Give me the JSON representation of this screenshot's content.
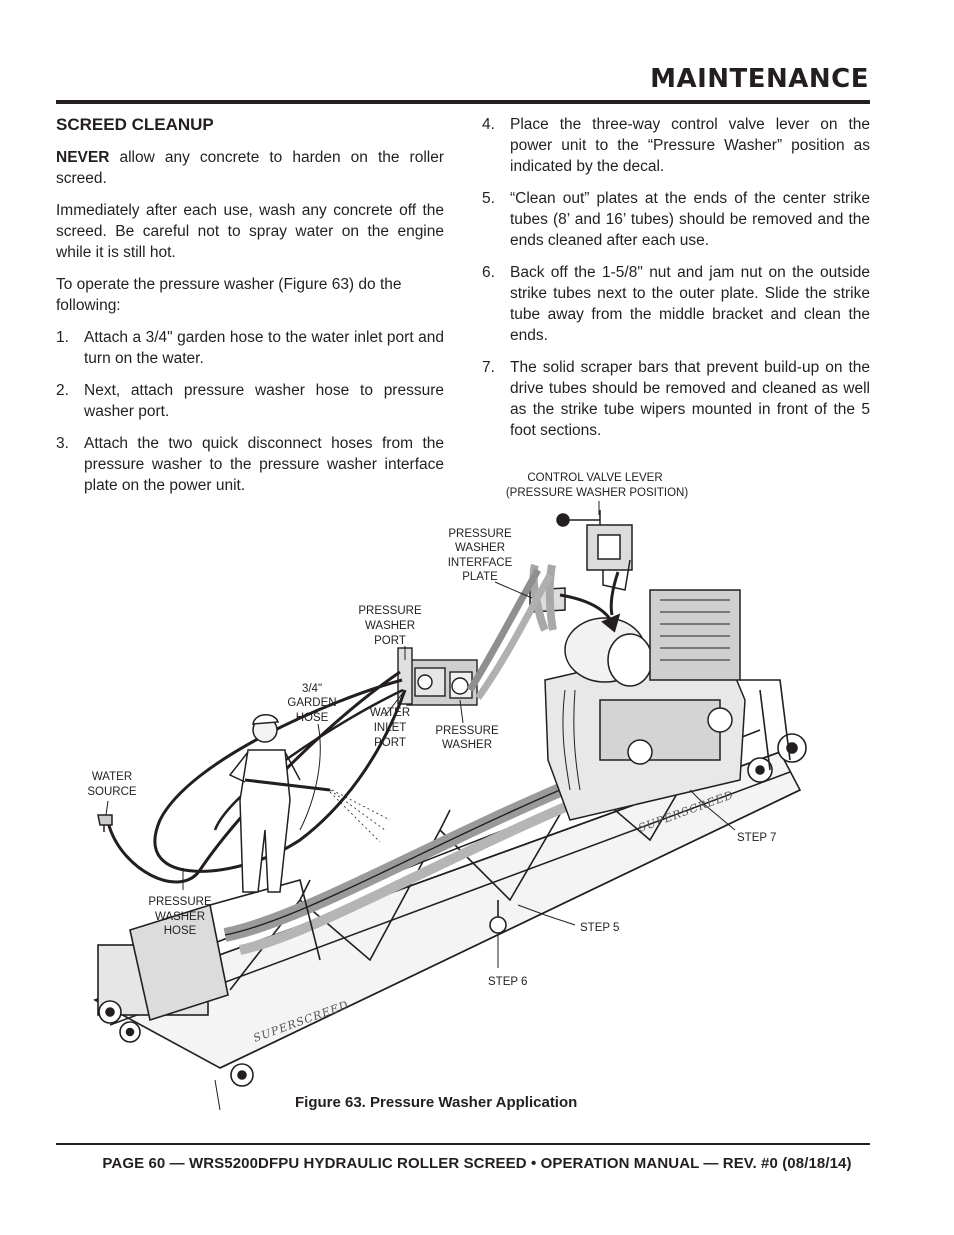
{
  "header": {
    "section": "MAINTENANCE"
  },
  "left_column": {
    "heading": "SCREED CLEANUP",
    "p1_bold": "NEVER",
    "p1_rest": " allow any concrete to harden on the roller screed.",
    "p2": "Immediately after each use, wash any concrete off the screed. Be careful not to spray water on the engine while it is still hot.",
    "p3": "To operate the pressure washer (Figure 63) do the following:",
    "steps": [
      {
        "num": "1.",
        "text": "Attach a 3/4\" garden hose to the water inlet port and turn on the water."
      },
      {
        "num": "2.",
        "text": "Next, attach pressure washer hose to pressure washer port."
      },
      {
        "num": "3.",
        "text": "Attach the two quick disconnect hoses from the pressure washer to the pressure washer interface plate on the power unit."
      }
    ]
  },
  "right_column": {
    "steps": [
      {
        "num": "4.",
        "text": "Place the three-way control valve lever on the power unit to the “Pressure Washer” position as indicated by the decal."
      },
      {
        "num": "5.",
        "text": "“Clean out” plates at the ends of the center strike tubes (8’ and 16’ tubes) should be removed and the ends cleaned after each use."
      },
      {
        "num": "6.",
        "text": "Back off the 1-5/8\" nut and jam nut on the outside strike tubes next to the outer plate. Slide the strike tube away from the middle bracket and clean the ends."
      },
      {
        "num": "7.",
        "text": "The solid scraper bars that prevent build-up on the drive tubes should be removed and cleaned as well as the strike tube wipers mounted in front of the 5 foot sections."
      }
    ]
  },
  "figure": {
    "labels": {
      "control_valve_1": "CONTROL VALVE LEVER",
      "control_valve_2": "(PRESSURE WASHER POSITION)",
      "interface_1": "PRESSURE",
      "interface_2": "WASHER",
      "interface_3": "INTERFACE",
      "interface_4": "PLATE",
      "port_1": "PRESSURE",
      "port_2": "WASHER",
      "port_3": "PORT",
      "garden_1": "3/4\"",
      "garden_2": "GARDEN",
      "garden_3": "HOSE",
      "inlet_1": "WATER",
      "inlet_2": "INLET",
      "inlet_3": "PORT",
      "washer_1": "PRESSURE",
      "washer_2": "WASHER",
      "source_1": "WATER",
      "source_2": "SOURCE",
      "hose_1": "PRESSURE",
      "hose_2": "WASHER",
      "hose_3": "HOSE",
      "step7": "STEP 7",
      "step5": "STEP 5",
      "step6": "STEP 6",
      "brand_main": "SUPERSCREED",
      "brand_left": "SUPERSCREED"
    },
    "caption": "Figure 63. Pressure Washer Application"
  },
  "footer": "PAGE 60 — WRS5200DFPU HYDRAULIC ROLLER SCREED • OPERATION MANUAL — REV. #0 (08/18/14)"
}
